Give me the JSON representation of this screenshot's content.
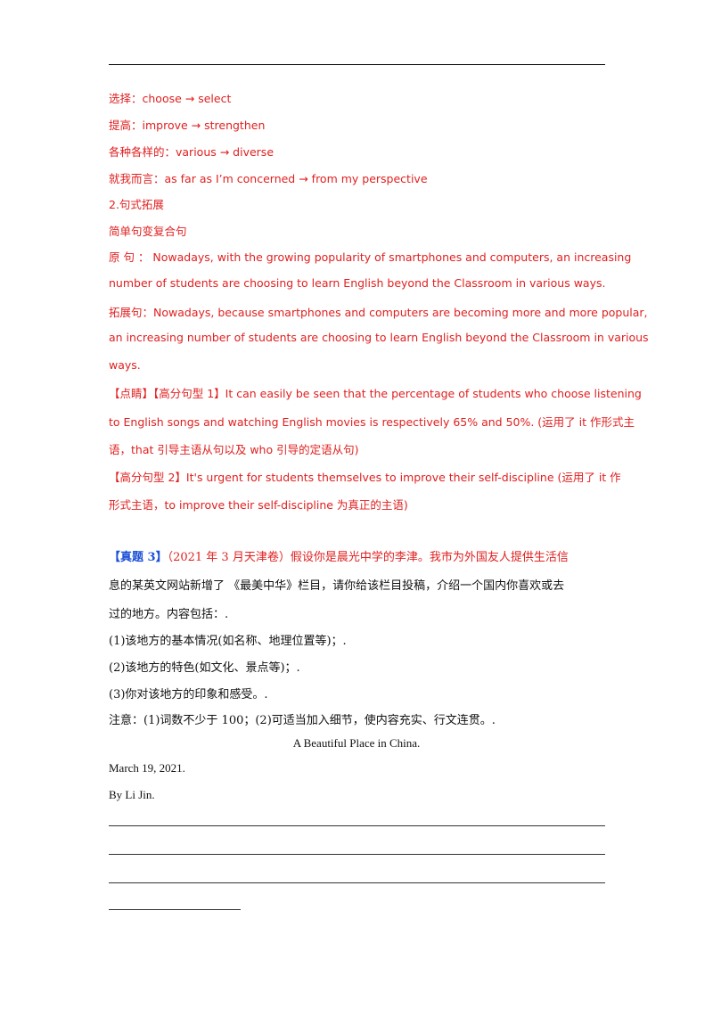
{
  "vocab": [
    "选择：choose → select",
    "提高：improve → strengthen",
    "各种各样的：various → diverse",
    "就我而言：as far as I’m concerned → from my perspective"
  ],
  "section": {
    "heading": "2.句式拓展",
    "subheading": "简单句变复合句",
    "original_l1": "原 句 ： Nowadays, with the growing popularity of smartphones and computers, an increasing",
    "original_l2": "number of students are choosing to learn English beyond the Classroom in various ways.",
    "expanded_l1": "拓展句：Nowadays, because smartphones and computers are becoming more and more popular,",
    "expanded_l2": "an increasing number of students are choosing to learn English beyond the Classroom in various",
    "expanded_l3": "ways.",
    "tip_l1": "【点睛】【高分句型 1】It can easily be seen that the percentage of students who choose listening",
    "tip_l2": "to English songs and watching English movies is respectively 65% and 50%. (运用了 it 作形式主",
    "tip_l3": "语，that 引导主语从句以及 who 引导的定语从句)",
    "tip2_l1": "【高分句型 2】It's urgent for students themselves to improve their self-discipline (运用了 it 作",
    "tip2_l2": "形式主语，to improve their self-discipline 为真正的主语)"
  },
  "task": {
    "tag": "【真题 3】",
    "l1": "（2021 年 3 月天津卷）假设你是晨光中学的李津。我市为外国友人提供生活信",
    "l2": "息的某英文网站新增了 《最美中华》栏目，请你给该栏目投稿，介绍一个国内你喜欢或去",
    "l3": "过的地方。内容包括：.",
    "p1": "(1)该地方的基本情况(如名称、地理位置等)；.",
    "p2": "(2)该地方的特色(如文化、景点等)；.",
    "p3": "(3)你对该地方的印象和感受。.",
    "note": "注意：(1)词数不少于 100；(2)可适当加入细节，使内容充实、行文连贯。.",
    "title": "A Beautiful Place in China.",
    "date": "March 19, 2021.",
    "byline": "By Li Jin."
  }
}
